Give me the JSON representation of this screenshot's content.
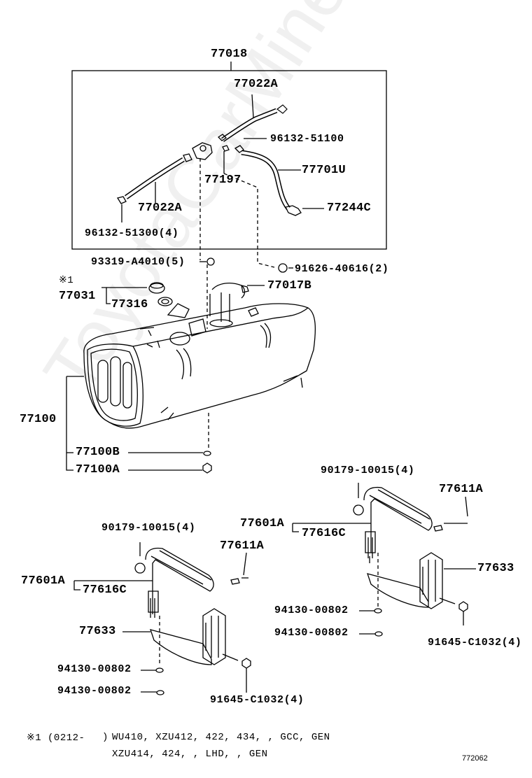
{
  "watermark": "ToyotaCarMine.ru",
  "colors": {
    "line": "#000000",
    "watermark": "#e6e6e6"
  },
  "labels": {
    "l77018": "77018",
    "l77022a_top": "77022A",
    "l96132_51100": "96132-51100",
    "l77701u": "77701U",
    "l77197": "77197",
    "l77022a_left": "77022A",
    "l77244c": "77244C",
    "l96132_51300": "96132-51300(4)",
    "l93319": "93319-A4010(5)",
    "l91626": "91626-40616(2)",
    "l_mark1": "※1",
    "l77017b": "77017B",
    "l77031": "77031",
    "l77316": "77316",
    "l77100": "77100",
    "l77100b": "77100B",
    "l77100a": "77100A",
    "l90179_right": "90179-10015(4)",
    "l77611a_right": "77611A",
    "l77601a_right": "77601A",
    "l77616c_right": "77616C",
    "l77633_right": "77633",
    "l94130_r1": "94130-00802",
    "l94130_r2": "94130-00802",
    "l91645_right": "91645-C1032(4)",
    "l90179_left": "90179-10015(4)",
    "l77611a_left": "77611A",
    "l77601a_left": "77601A",
    "l77616c_left": "77616C",
    "l77633_left": "77633",
    "l94130_l1": "94130-00802",
    "l94130_l2": "94130-00802",
    "l91645_left": "91645-C1032(4)"
  },
  "footnote": {
    "mark": "※1 (0212-",
    "paren": ")",
    "line1": "WU410, XZU412, 422, 434, , GCC, GEN",
    "line2": "XZU414, 424, , LHD, , GEN"
  },
  "figure_number": "772062"
}
